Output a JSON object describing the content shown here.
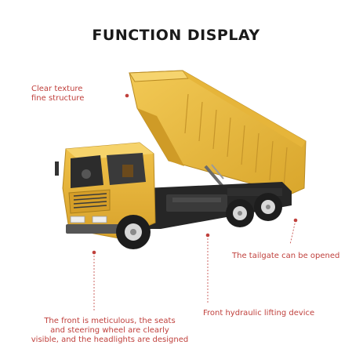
{
  "title": "FUNCTION DISPLAY",
  "callouts": {
    "texture": {
      "line1": "Clear texture",
      "line2": "fine structure"
    },
    "tailgate": "The tailgate can be opened",
    "hydraulic": "Front hydraulic lifting device",
    "front": {
      "line1": "The front is meticulous, the seats",
      "line2": "and steering wheel are clearly",
      "line3": "visible, and the headlights are designed"
    }
  },
  "colors": {
    "body_yellow": "#e8b73c",
    "callout_red": "#c0413d",
    "chassis_black": "#262626"
  },
  "icons": [
    "dump-truck-illustration"
  ]
}
